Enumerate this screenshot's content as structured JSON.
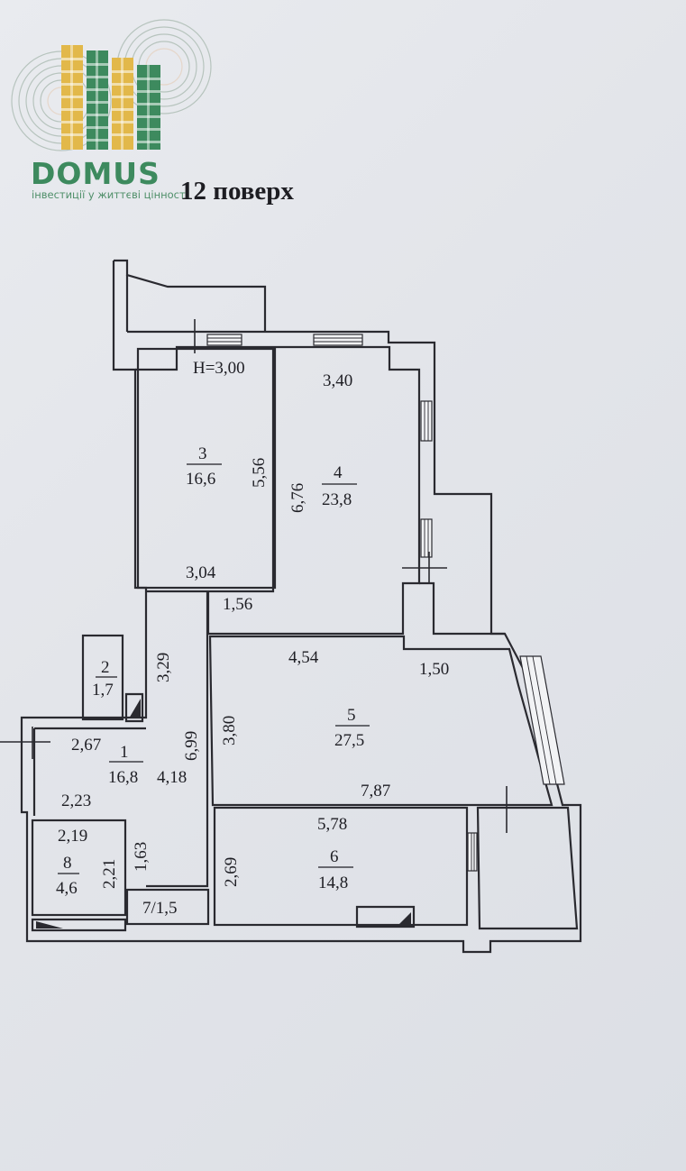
{
  "brand": {
    "name": "DOMUS",
    "tagline": "інвестиції у життєві цінності",
    "color_primary": "#3d8a5e",
    "color_accent": "#e2b84a",
    "icon": "building-logo-icon"
  },
  "plan": {
    "title": "12 поверх",
    "ceiling_height": "H=3,00",
    "rooms": [
      {
        "number": "1",
        "area": "16,8"
      },
      {
        "number": "2",
        "area": "1,7"
      },
      {
        "number": "3",
        "area": "16,6"
      },
      {
        "number": "4",
        "area": "23,8"
      },
      {
        "number": "5",
        "area": "27,5"
      },
      {
        "number": "6",
        "area": "14,8"
      },
      {
        "number": "8",
        "area": "4,6"
      }
    ],
    "room7_label": "7/1,5",
    "dimensions": {
      "r3_height": "5,56",
      "r3_width": "3,04",
      "r4_width": "3,40",
      "r4_height": "6,76",
      "hall_step": "1,56",
      "corr_upper": "3,29",
      "corr_lower": "6,99",
      "r5_top": "4,54",
      "r5_right_top": "1,50",
      "r5_height": "3,80",
      "r5_bottom": "7,87",
      "r1_top": "2,67",
      "r1_right": "4,18",
      "r1_bottom": "2,23",
      "r8_top": "2,19",
      "r8_right": "2,21",
      "corr_bottom": "1,63",
      "r6_top": "5,78",
      "r6_left": "2,69"
    }
  }
}
